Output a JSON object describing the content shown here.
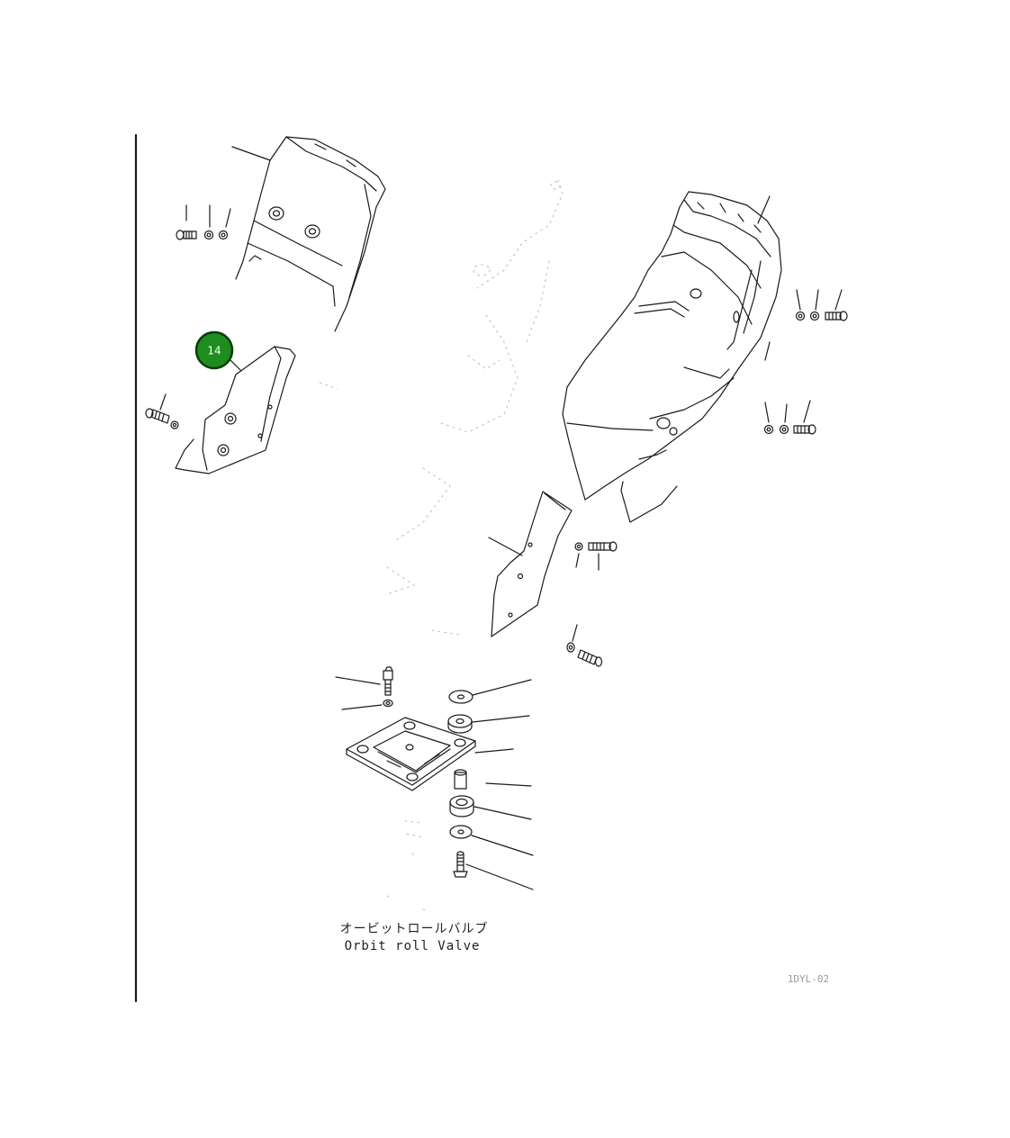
{
  "callout": {
    "label": "14",
    "color": "#1e8c1e",
    "ring_color": "#0a3d0a"
  },
  "caption": {
    "japanese": "オービットロールバルブ",
    "english": "Orbit roll Valve"
  },
  "drawing_number": "1DYL-02",
  "icons": [
    "seat-cover-part",
    "bracket-part",
    "console-cover-part",
    "plate-part",
    "valve-mount-part",
    "bolt-part",
    "washer-part"
  ]
}
